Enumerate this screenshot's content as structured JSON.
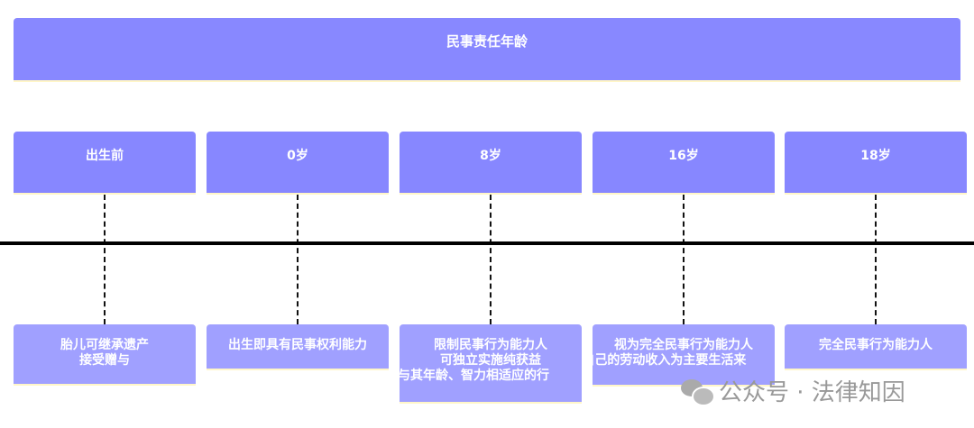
{
  "title": "民事责任年龄",
  "stages": [
    {
      "age": "出生前",
      "desc": [
        "胎儿可继承遗产",
        "接受赠与"
      ]
    },
    {
      "age": "0岁",
      "desc": [
        "出生即具有民事权利能力"
      ]
    },
    {
      "age": "8岁",
      "desc": [
        "限制民事行为能力人",
        "可独立实施纯获益",
        "与其年龄、智力相适应的行"
      ]
    },
    {
      "age": "16岁",
      "desc": [
        "视为完全民事行为能力人",
        "(以自己的劳动收入为主要生活来"
      ]
    },
    {
      "age": "18岁",
      "desc": [
        "完全民事行为能力人"
      ]
    }
  ],
  "watermark": "公众号 · 法律知因",
  "colors": {
    "header": "#8888ff",
    "age_box": "#8787ff",
    "desc_box": "#a0a0ff",
    "axis": "#000000"
  }
}
